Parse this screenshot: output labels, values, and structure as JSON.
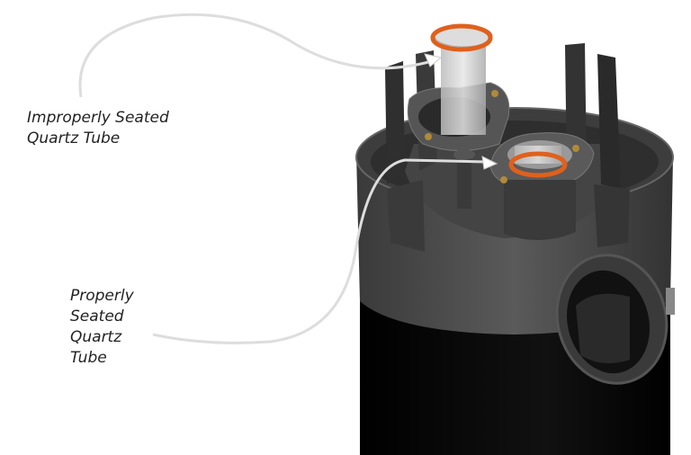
{
  "labels": {
    "improper": [
      "Improperly Seated",
      "Quartz Tube"
    ],
    "proper": [
      "Properly",
      "Seated",
      "Quartz",
      "Tube"
    ]
  },
  "colors": {
    "oring": "#e0601c",
    "housing": "#4a4a4a",
    "body": "#0a0a0a",
    "arrow": "#d8d8d8"
  }
}
